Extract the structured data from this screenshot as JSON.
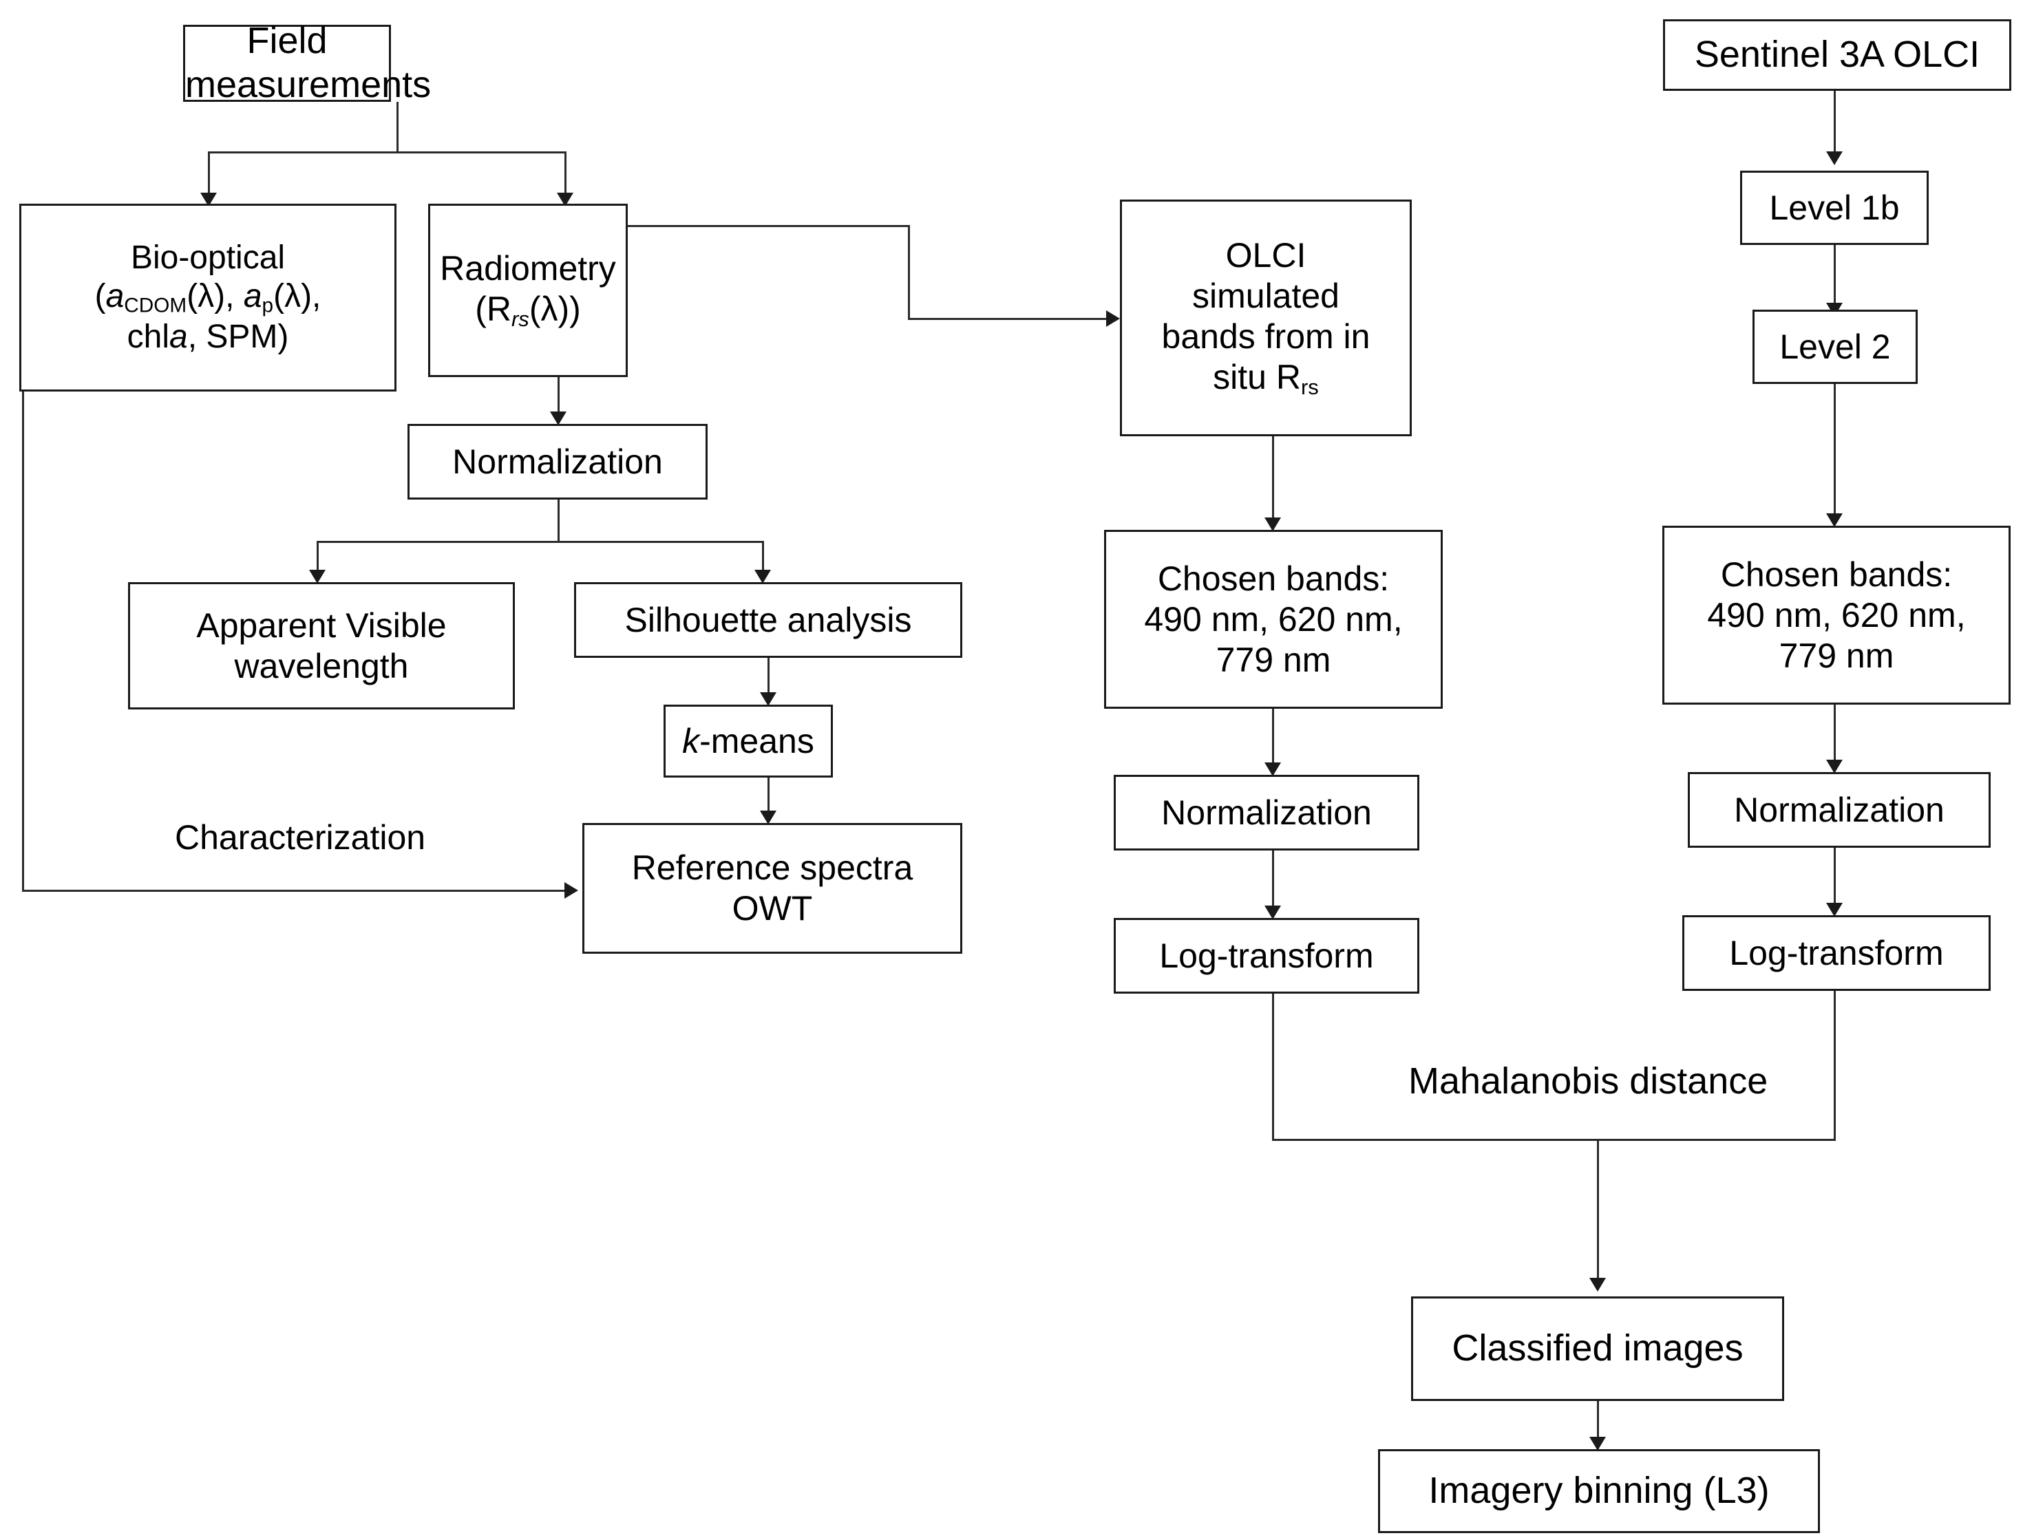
{
  "diagram": {
    "title": "Optical water type classification workflow",
    "background_color": "#ffffff",
    "line_color": "#2b2b2b",
    "text_color": "#000000"
  },
  "nodes": {
    "field_measurements": "Field measurements",
    "bio_optical_line1": "Bio-optical",
    "bio_optical_line2_pre": "(",
    "bio_optical_a1": "a",
    "bio_optical_a1_sub": "CDOM",
    "bio_optical_mid": "(λ), ",
    "bio_optical_a2": "a",
    "bio_optical_a2_sub": "p",
    "bio_optical_after": "(λ),",
    "bio_optical_line3_pre": "chl",
    "bio_optical_line3_ital": "a",
    "bio_optical_line3_post": ", SPM)",
    "radiometry_line1": "Radiometry",
    "radiometry_line2_pre": "(R",
    "radiometry_line2_sub": "rs",
    "radiometry_line2_post": "(λ))",
    "normalization_left": "Normalization",
    "apparent_visible_wavelength": "Apparent Visible\nwavelength",
    "silhouette_analysis": "Silhouette analysis",
    "k_means_k": "k",
    "k_means_rest": "-means",
    "reference_spectra_owt": "Reference spectra\nOWT",
    "characterization_label": "Characterization",
    "olci_simulated": "OLCI\nsimulated\nbands from in",
    "olci_simulated_last_pre": "situ R",
    "olci_simulated_last_sub": "rs",
    "chosen_bands_mid": "Chosen bands:\n490 nm, 620 nm,\n779 nm",
    "normalization_mid": "Normalization",
    "log_transform_mid": "Log-transform",
    "sentinel_3a_olci": "Sentinel 3A OLCI",
    "level_1b": "Level 1b",
    "level_2": "Level 2",
    "chosen_bands_right": "Chosen bands:\n490 nm, 620 nm,\n779 nm",
    "normalization_right": "Normalization",
    "log_transform_right": "Log-transform",
    "mahalanobis_distance_label": "Mahalanobis distance",
    "classified_images": "Classified images",
    "imagery_binning": "Imagery binning (L3)"
  }
}
